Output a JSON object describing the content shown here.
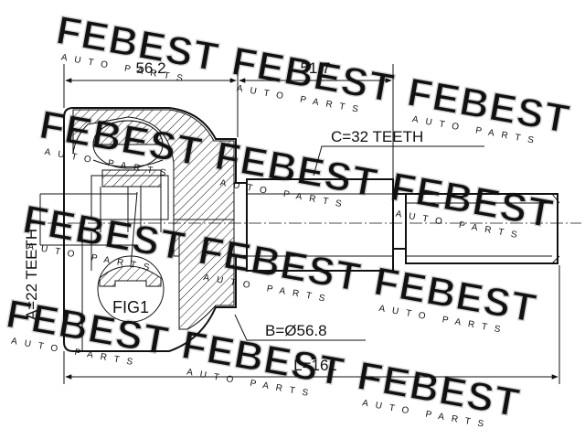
{
  "watermark": {
    "brand": "FEBEST",
    "tagline": "AUTO PARTS"
  },
  "dimensions": {
    "housing_length": "56.2",
    "shaft_length": "51.7",
    "total_length": "L=161",
    "outer_teeth": "C=32 TEETH",
    "inner_teeth": "A=22 TEETH",
    "diameter": "B=Ø56.8"
  },
  "figure_label": "FIG1",
  "colors": {
    "line": "#111111",
    "watermark": "#d4d4d4"
  }
}
